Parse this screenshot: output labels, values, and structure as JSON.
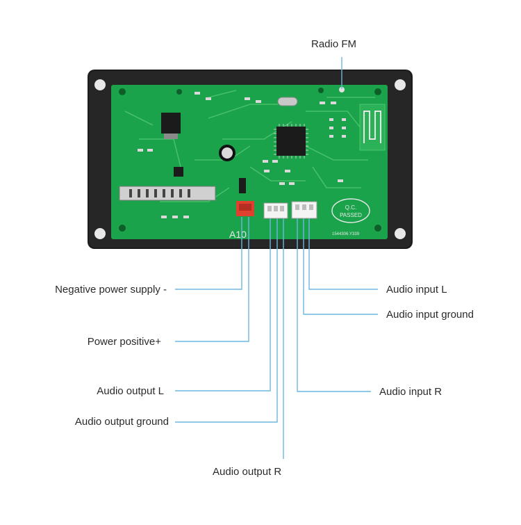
{
  "callouts": {
    "radio_fm": "Radio FM",
    "negative_power": "Negative power supply -",
    "power_positive": "Power positive+",
    "audio_output_l": "Audio output L",
    "audio_output_ground": "Audio output ground",
    "audio_output_r": "Audio output R",
    "audio_input_l": "Audio input L",
    "audio_input_ground": "Audio input ground",
    "audio_input_r": "Audio input R"
  },
  "board": {
    "model_marking": "A10",
    "qc_line1": "Q.C.",
    "qc_line2": "PASSED",
    "serial": "1544306.Y339"
  },
  "colors": {
    "frame": "#1c1c1c",
    "pcb": "#1aa34a",
    "pcb_trace": "#4fc46f",
    "callout_line": "#6fb7e0",
    "connector_red": "#e0412f",
    "connector_white": "#f4f4f4",
    "text": "#2a2a2a"
  }
}
